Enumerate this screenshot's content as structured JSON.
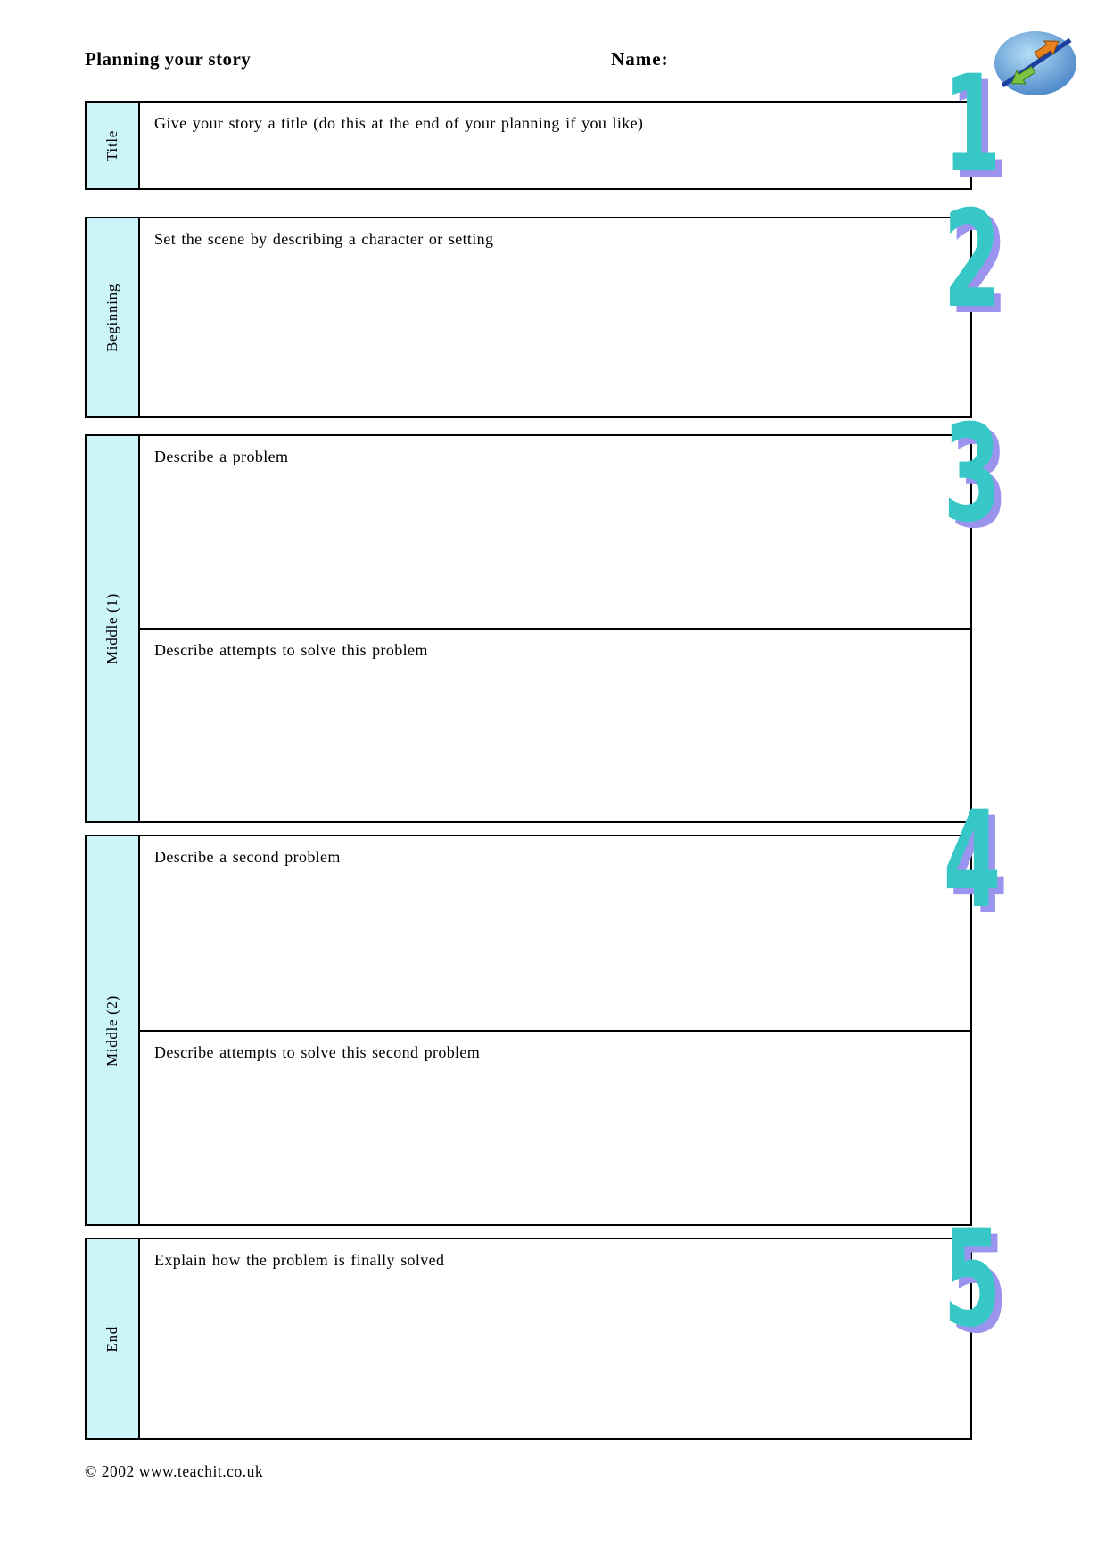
{
  "header": {
    "title": "Planning your story",
    "name_label": "Name:"
  },
  "logo": {
    "name": "teachit-globe-logo"
  },
  "sections": [
    {
      "id": "title",
      "label": "Title",
      "number": "1",
      "rows": [
        "Give your story a title (do this at the end of your planning if you like)"
      ]
    },
    {
      "id": "beginning",
      "label": "Beginning",
      "number": "2",
      "rows": [
        "Set the scene by describing a character or setting"
      ]
    },
    {
      "id": "middle-1",
      "label": "Middle (1)",
      "number": "3",
      "rows": [
        "Describe a problem",
        "Describe attempts to solve this problem"
      ]
    },
    {
      "id": "middle-2",
      "label": "Middle (2)",
      "number": "4",
      "rows": [
        "Describe a second problem",
        "Describe attempts to solve this second problem"
      ]
    },
    {
      "id": "end",
      "label": "End",
      "number": "5",
      "rows": [
        "Explain how the problem is finally solved"
      ]
    }
  ],
  "footer": {
    "copyright": "© 2002 www.teachit.co.uk"
  },
  "colors": {
    "label_bg": "#ccf5fa",
    "number_fill": "#38c7c7",
    "number_shadow": "#9b94ee",
    "border": "#000000",
    "text": "#000000",
    "logo_sphere_light": "#b5ddf5",
    "logo_sphere_dark": "#3f7ec4",
    "logo_line": "#1b3f9e",
    "logo_arrow_orange": "#e8821e",
    "logo_arrow_green": "#7dc242"
  }
}
